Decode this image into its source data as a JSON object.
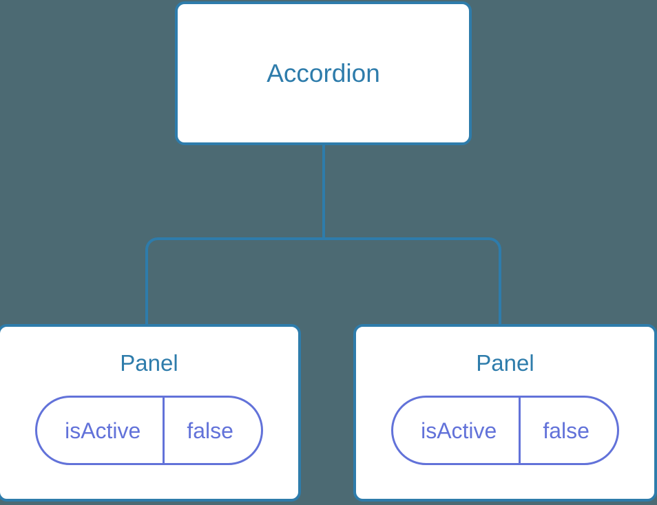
{
  "diagram": {
    "type": "component-tree",
    "background_color": "#4c6a73",
    "node_fill": "#ffffff",
    "node_border_color": "#2e7cab",
    "node_text_color": "#2e7cab",
    "state_color": "#6272d9",
    "edge_color": "#2e7cab",
    "root": {
      "label": "Accordion"
    },
    "children": [
      {
        "label": "Panel",
        "state": {
          "key": "isActive",
          "value": "false"
        }
      },
      {
        "label": "Panel",
        "state": {
          "key": "isActive",
          "value": "false"
        }
      }
    ]
  }
}
